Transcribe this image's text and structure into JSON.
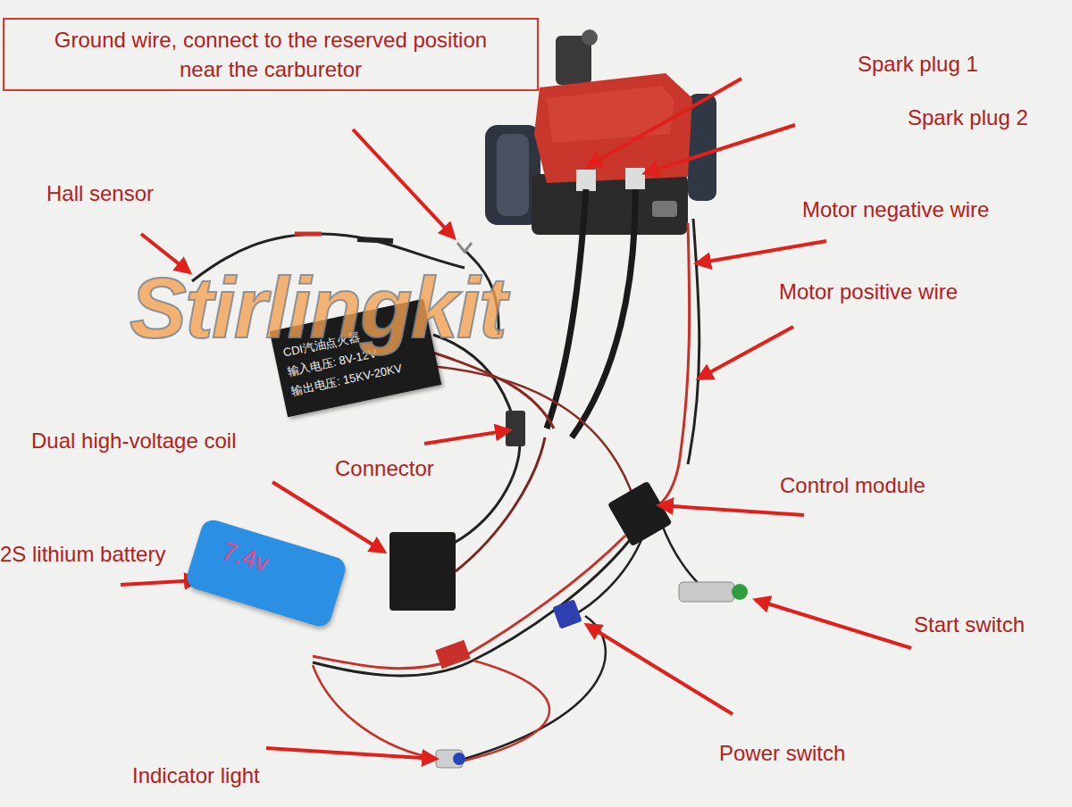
{
  "diagram": {
    "nodes": [
      {
        "text": [
          "Ground wire, connect to the reserved position near the carburetor"
        ]
      },
      {
        "text": [
          "CDI汽油点火器",
          "输入电压: 8V-12V",
          "输出电压: 15KV-20KV"
        ]
      },
      {
        "text": [
          "7.4v"
        ]
      }
    ],
    "labels": [
      "Spark plug 1",
      "Spark plug 2",
      "Hall sensor",
      "Motor negative wire",
      "Motor positive wire",
      "Dual high-voltage coil",
      "Connector",
      "Control module",
      "2S lithium battery",
      "Start switch",
      "Power switch",
      "Indicator light",
      "Stirlingkit"
    ]
  }
}
